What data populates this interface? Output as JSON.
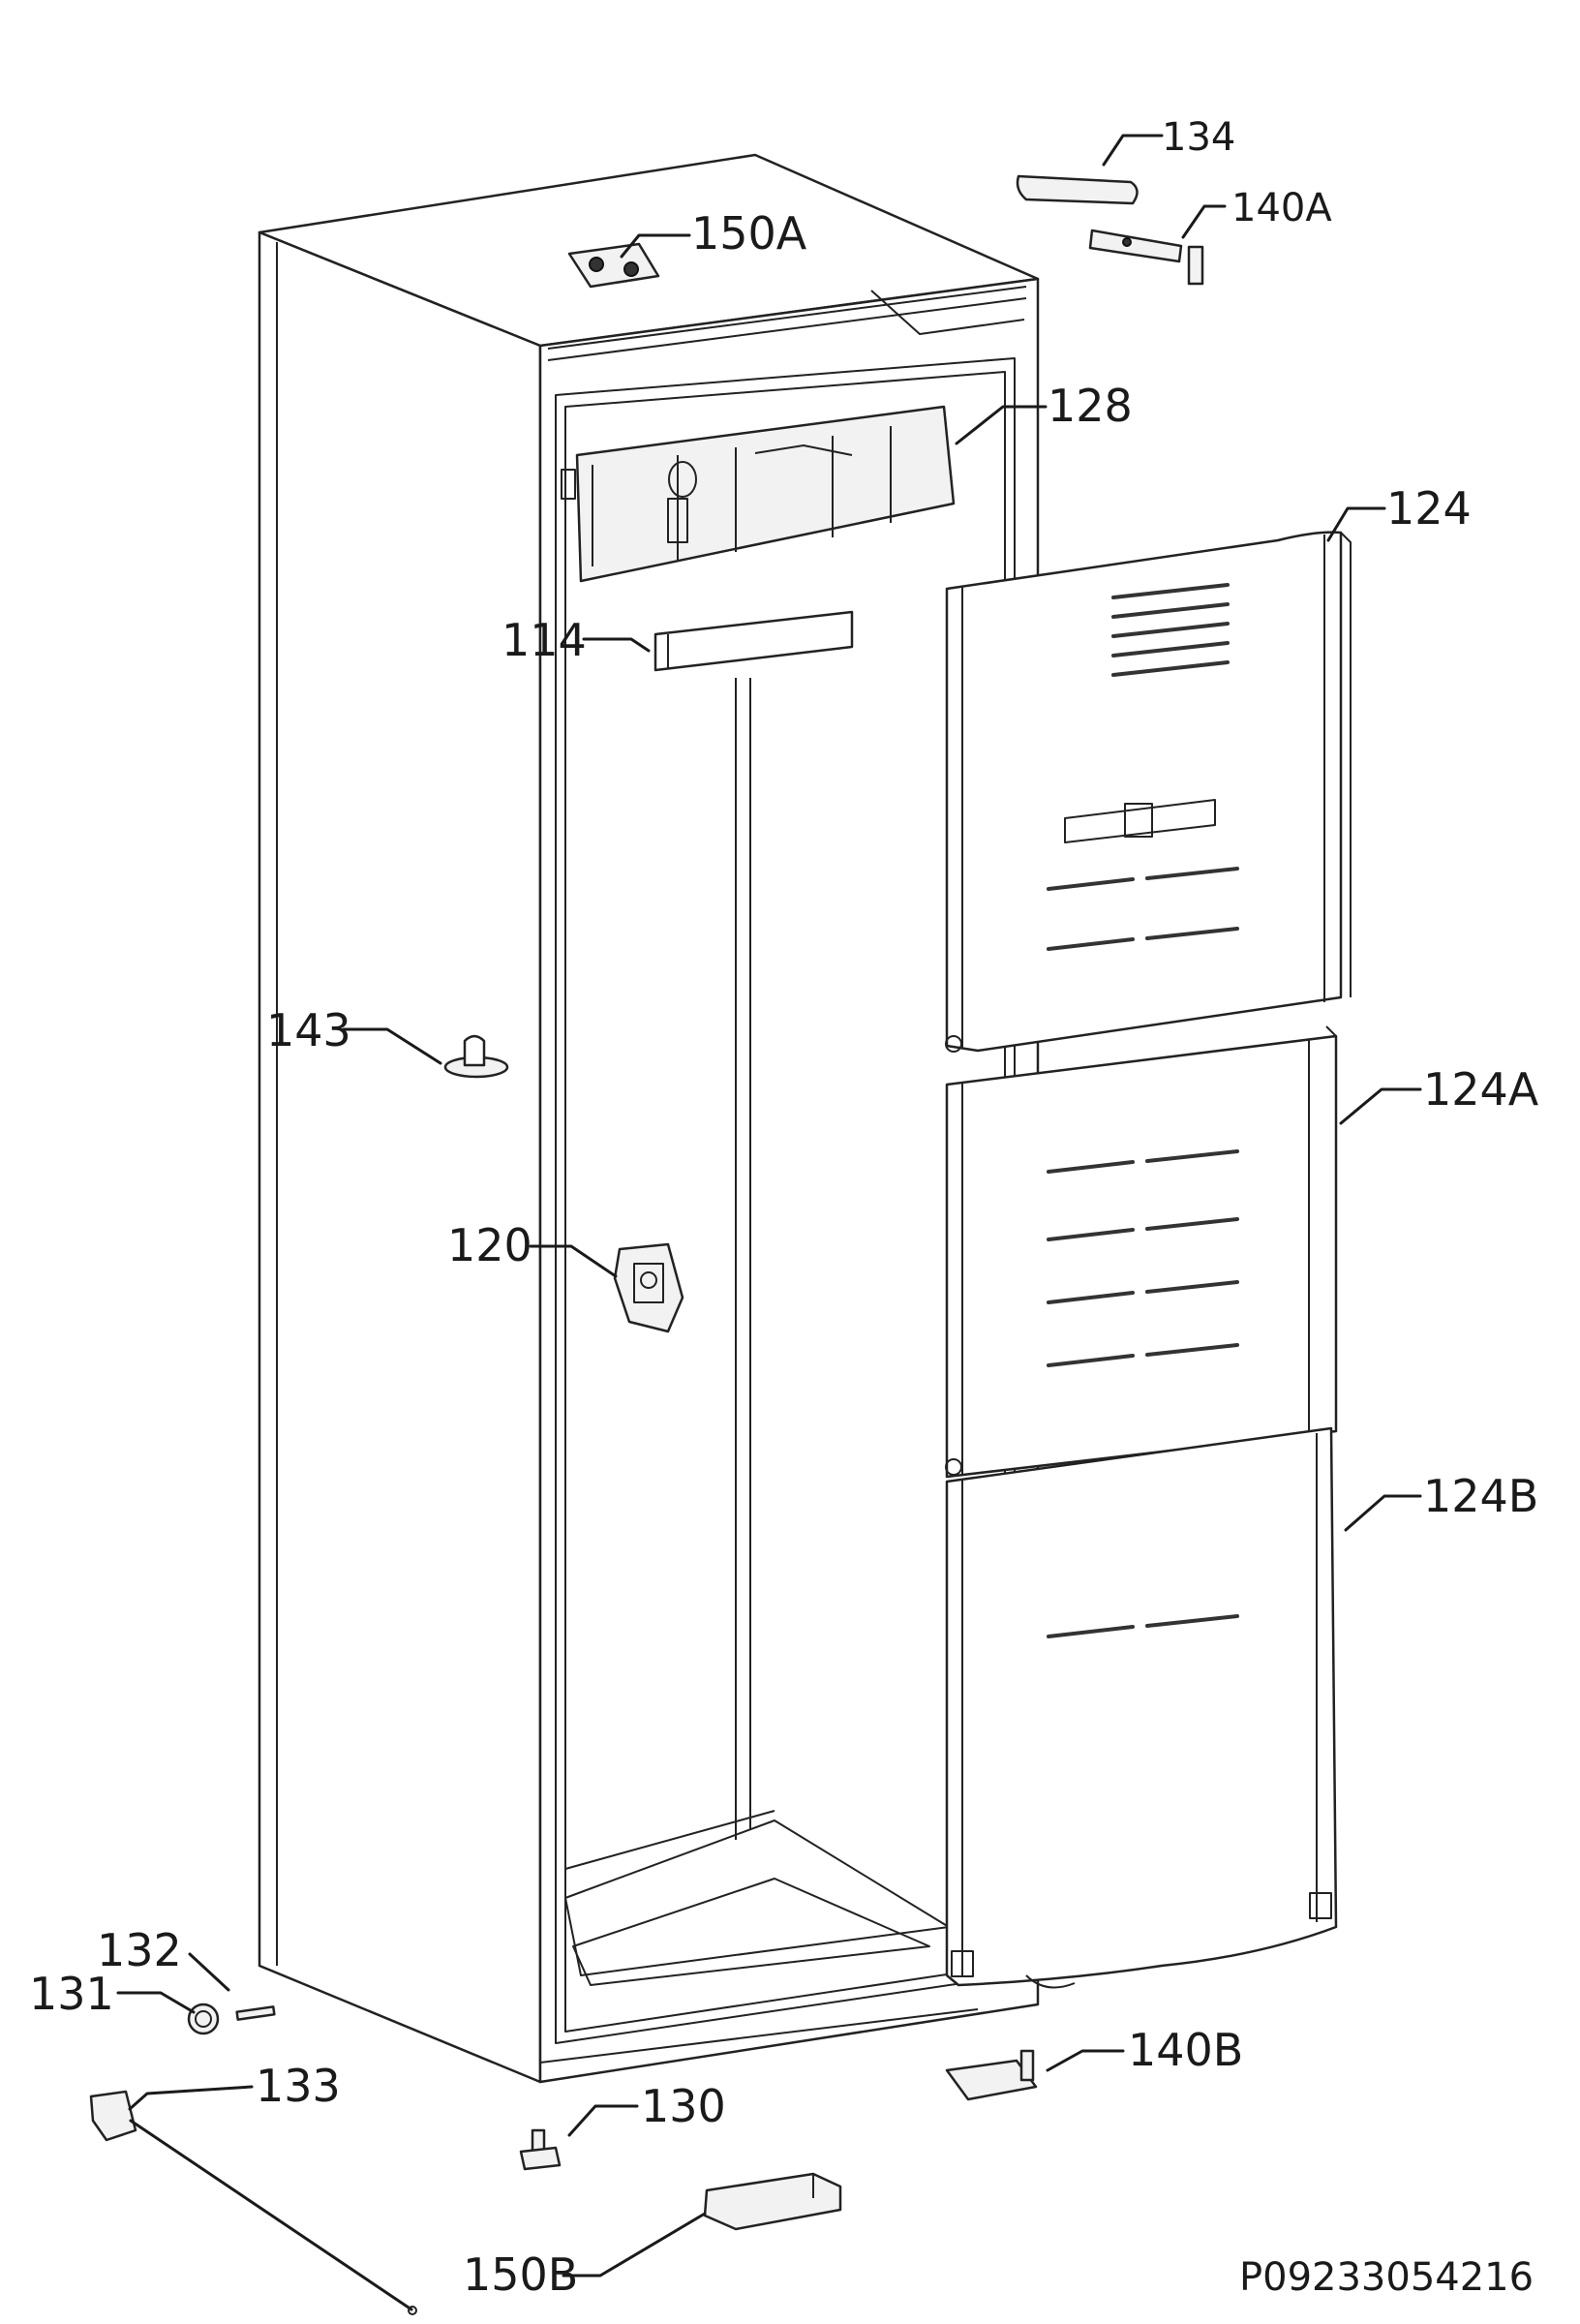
{
  "labels": {
    "p134": "134",
    "p140a": "140A",
    "p150a": "150A",
    "p128": "128",
    "p124": "124",
    "p114": "114",
    "p143": "143",
    "p124a": "124A",
    "p120": "120",
    "p124b": "124B",
    "p132": "132",
    "p131": "131",
    "p133": "133",
    "p140b": "140B",
    "p130": "130",
    "p150b": "150B"
  },
  "drawing_code": "P09233054216"
}
